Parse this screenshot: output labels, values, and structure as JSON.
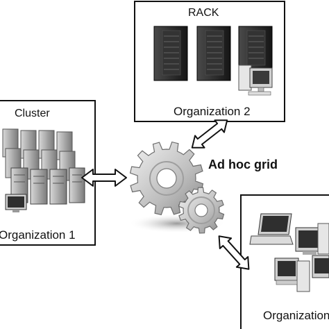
{
  "diagram": {
    "rack_label": "RACK",
    "org2_label": "Organization 2",
    "cluster_label": "Cluster",
    "org1_label": "Organization 1",
    "center_label": "Ad hoc grid",
    "org3_label": "Organization"
  },
  "colors": {
    "ink": "#111111",
    "rack_body": "#2a2a2a",
    "gear_fill": "#c8c8c8",
    "server_gray": "#9a9a9a",
    "arrow_fill": "#ffffff"
  },
  "icons": [
    "rack-server-icon",
    "desktop-computer-icon",
    "gear-icon",
    "laptop-icon",
    "double-arrow-icon"
  ]
}
